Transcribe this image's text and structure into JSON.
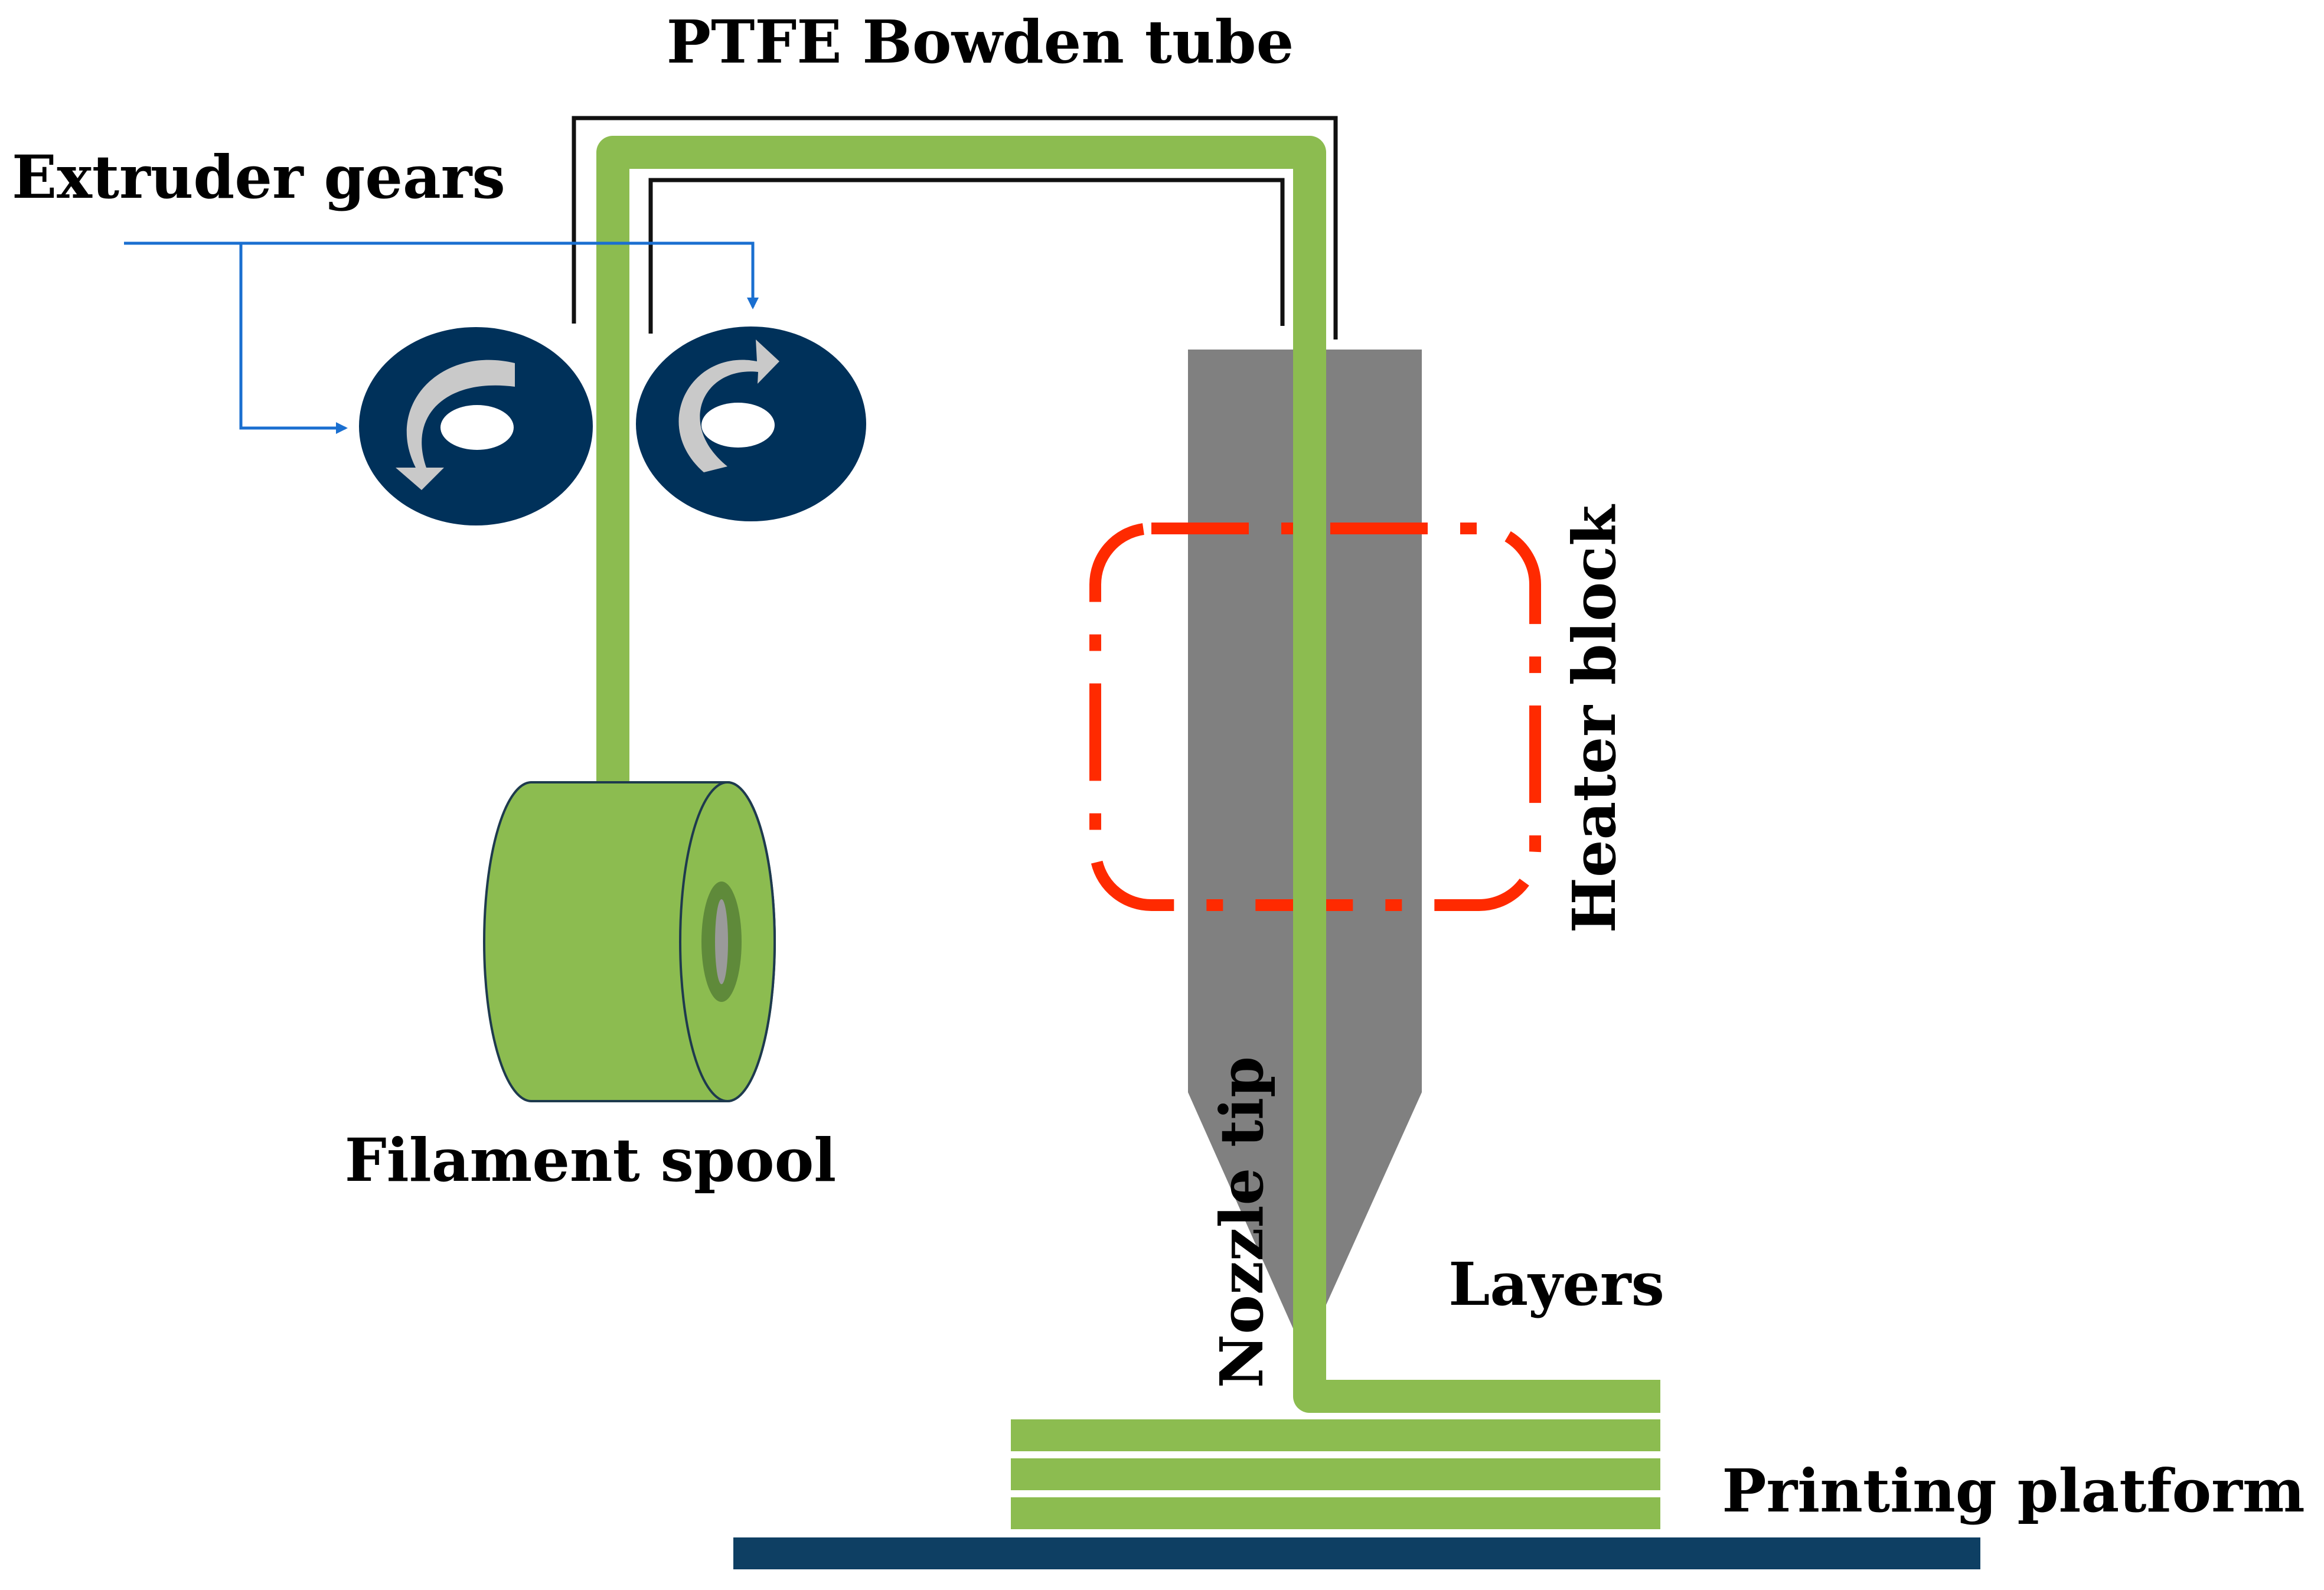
{
  "labels": {
    "bowden_tube": "PTFE Bowden tube",
    "extruder_gears": "Extruder gears",
    "heater_block": "Heater block",
    "filament_spool": "Filament spool",
    "nozzle_tip": "Nozzle tip",
    "layers": "Layers",
    "printing_platform": "Printing platform"
  },
  "colors": {
    "filament": "#8cbc50",
    "gear": "#00315a",
    "nozzle": "#808080",
    "heater_outline": "#ff2a00",
    "arrow": "#1a6fd0",
    "platform": "#0e3f63",
    "tube_outline": "#111111",
    "spool_hole": "#5f8a3a",
    "spool_core": "#9a9a9a",
    "gear_arrow": "#c9c9c9"
  }
}
